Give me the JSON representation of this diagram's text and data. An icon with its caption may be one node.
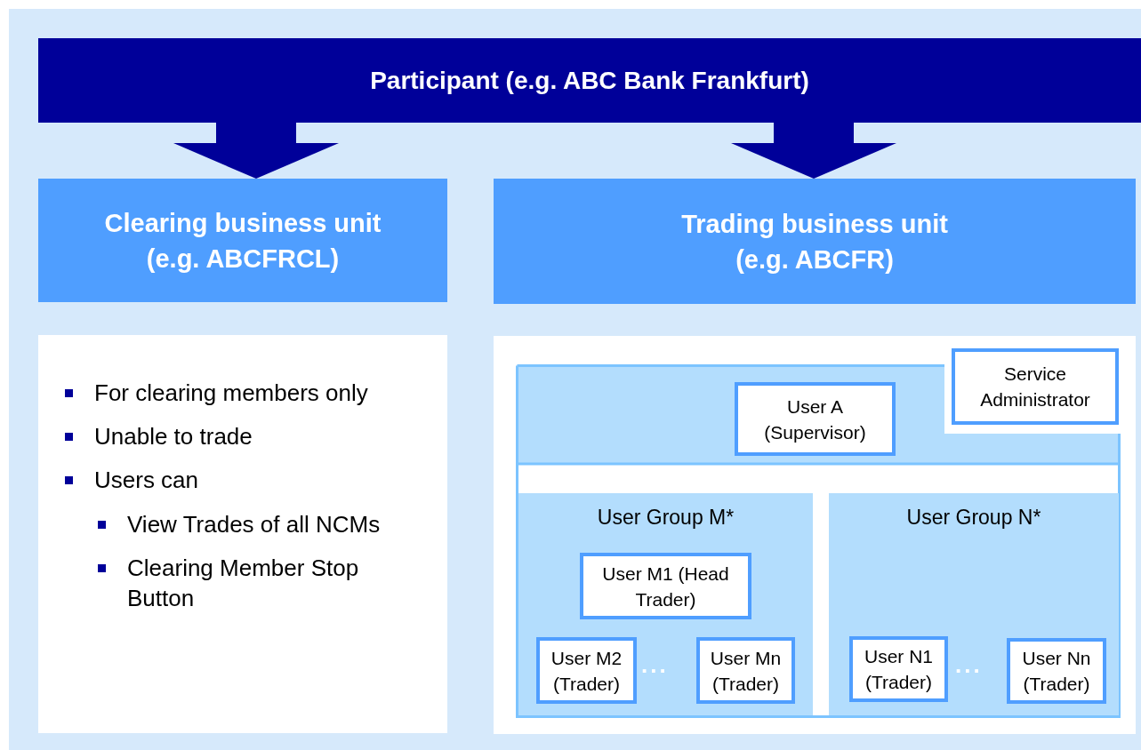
{
  "diagram": {
    "nodes": [
      {
        "text": [
          "Participant (e.g. ABC Bank Frankfurt)"
        ]
      },
      {
        "text": [
          "Clearing business unit (e.g. ABCFRCL)"
        ]
      },
      {
        "text": [
          "Trading business unit (e.g. ABCFR)"
        ]
      },
      {
        "text": [
          "For clearing members only",
          "Unable to trade",
          "Users can",
          "View Trades of all NCMs",
          "Clearing Member Stop Button"
        ]
      },
      {
        "text": [],
        "shape": "box"
      },
      {
        "text": [],
        "shape": "box",
        "in": 4
      },
      {
        "text": [
          "Service Administrator"
        ],
        "in": 4
      },
      {
        "text": [
          "User A (Supervisor)"
        ],
        "in": 5
      },
      {
        "text": [
          "User Group M*"
        ],
        "in": 5
      },
      {
        "text": [
          "User M1 (Head Trader)"
        ],
        "in": 8
      },
      {
        "text": [
          "User M2 (Trader)"
        ],
        "in": 8
      },
      {
        "text": [
          "User Mn (Trader)"
        ],
        "in": 8
      },
      {
        "text": [
          "User Group N*"
        ],
        "in": 5
      },
      {
        "text": [
          "User N1 (Trader)"
        ],
        "in": 12
      },
      {
        "text": [
          "User Nn (Trader)"
        ],
        "in": 12
      }
    ],
    "edges": [
      {
        "from": 0,
        "to": 1,
        "arrow": "to"
      },
      {
        "from": 0,
        "to": 2,
        "arrow": "to"
      }
    ],
    "labels": [
      "...",
      "..."
    ]
  }
}
